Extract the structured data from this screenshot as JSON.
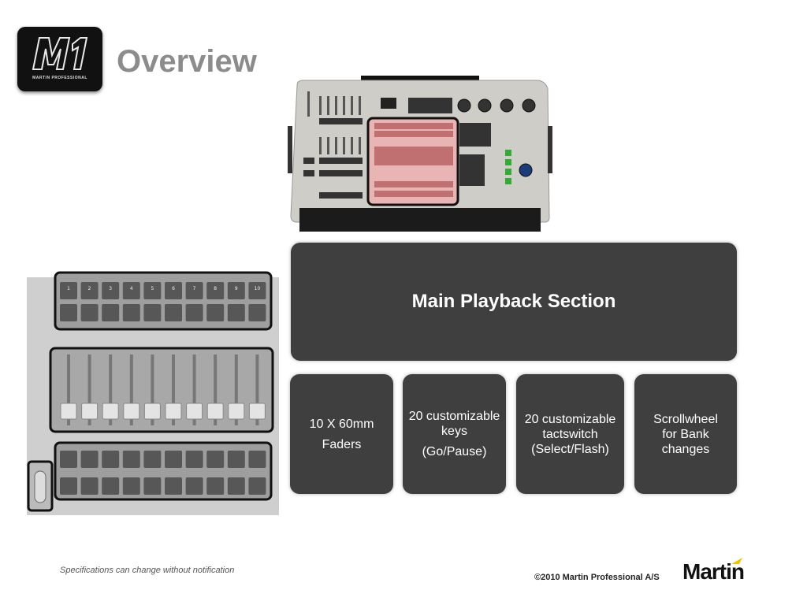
{
  "logo": {
    "text": "M1",
    "subtitle": "MARTIN PROFESSIONAL"
  },
  "title": "Overview",
  "main_section": {
    "label": "Main Playback Section"
  },
  "features": [
    {
      "lines": [
        "10  X 60mm",
        "Faders"
      ]
    },
    {
      "lines": [
        "20 customizable keys",
        "(Go/Pause)"
      ]
    },
    {
      "lines": [
        "20 customizable tactswitch (Select/Flash)"
      ]
    },
    {
      "lines": [
        "Scrollwheel for Bank changes"
      ]
    }
  ],
  "zoom_panel": {
    "key_numbers": [
      "1",
      "2",
      "3",
      "4",
      "5",
      "6",
      "7",
      "8",
      "9",
      "10"
    ]
  },
  "footer": {
    "note": "Specifications can change without notification",
    "copyright": "©2010 Martin Professional A/S",
    "brand": "Martin"
  },
  "colors": {
    "title": "#8c8c8c",
    "box": "#3f3f3f",
    "highlight": "#e8b4b4",
    "brand_accent": "#f2c200"
  }
}
